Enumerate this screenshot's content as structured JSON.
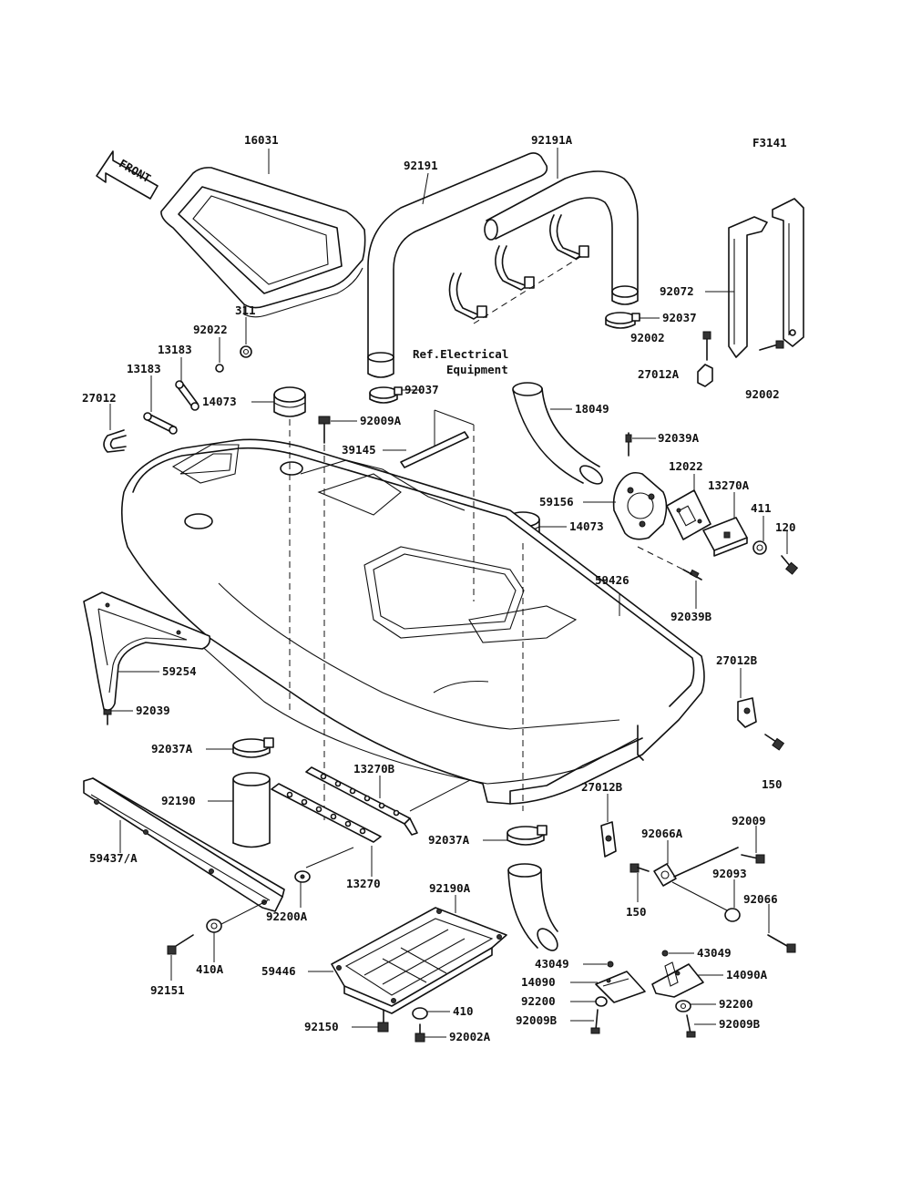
{
  "figure_code": "F3141",
  "front_arrow_label": "FRONT",
  "reference_note": [
    "Ref.Electrical",
    "Equipment"
  ],
  "part_labels": {
    "p16031": "16031",
    "p92191": "92191",
    "p92191A": "92191A",
    "p92072": "92072",
    "p92037_top": "92037",
    "p92002_top": "92002",
    "p311": "311",
    "p92022": "92022",
    "p13183_a": "13183",
    "p13183_b": "13183",
    "p27012": "27012",
    "p14073_left": "14073",
    "p92037_mid": "92037",
    "p92009A": "92009A",
    "p27012A": "27012A",
    "p92002_right": "92002",
    "p18049": "18049",
    "p39145": "39145",
    "p92039A": "92039A",
    "p12022": "12022",
    "p13270A": "13270A",
    "p59156": "59156",
    "p14073_right": "14073",
    "p411": "411",
    "p120": "120",
    "p59426": "59426",
    "p92039B": "92039B",
    "p59254": "59254",
    "p92039": "92039",
    "p27012B_right": "27012B",
    "p92037A_left": "92037A",
    "p13270B": "13270B",
    "p150_right": "150",
    "p92190": "92190",
    "p27012B_mid": "27012B",
    "p92009": "92009",
    "p92066A": "92066A",
    "p59437A": "59437/A",
    "p92037A_mid": "92037A",
    "p92093": "92093",
    "p13270": "13270",
    "p150_mid": "150",
    "p92066": "92066",
    "p92200A": "92200A",
    "p92190A": "92190A",
    "p410A": "410A",
    "p92151": "92151",
    "p59446": "59446",
    "p43049_left": "43049",
    "p43049_right": "43049",
    "p14090": "14090",
    "p14090A": "14090A",
    "p410": "410",
    "p92200_left": "92200",
    "p92200_right": "92200",
    "p92150": "92150",
    "p92009B_left": "92009B",
    "p92009B_right": "92009B",
    "p92002A": "92002A"
  }
}
